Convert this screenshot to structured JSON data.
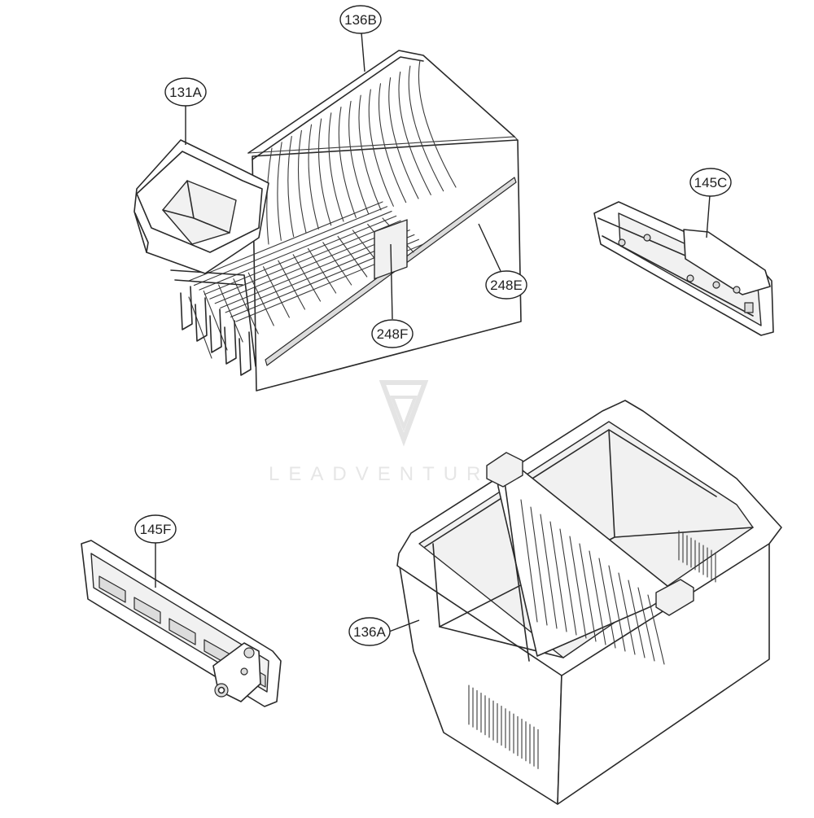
{
  "callouts": {
    "c136B": "136B",
    "c131A": "131A",
    "c145C": "145C",
    "c248E": "248E",
    "c248F": "248F",
    "c145F": "145F",
    "c136A": "136A"
  },
  "watermark": {
    "text": "LEADVENTURE"
  },
  "parts": {
    "p136B": "wire-basket",
    "p131A": "small-bin",
    "p145C": "rail-bracket-right",
    "p248E": "front-cover-panel",
    "p248F": "center-clip",
    "p145F": "rail-bracket-left",
    "p136A": "large-drawer-bin"
  },
  "colors": {
    "line": "#2a2a2a",
    "watermark": "#d2d2d2"
  }
}
